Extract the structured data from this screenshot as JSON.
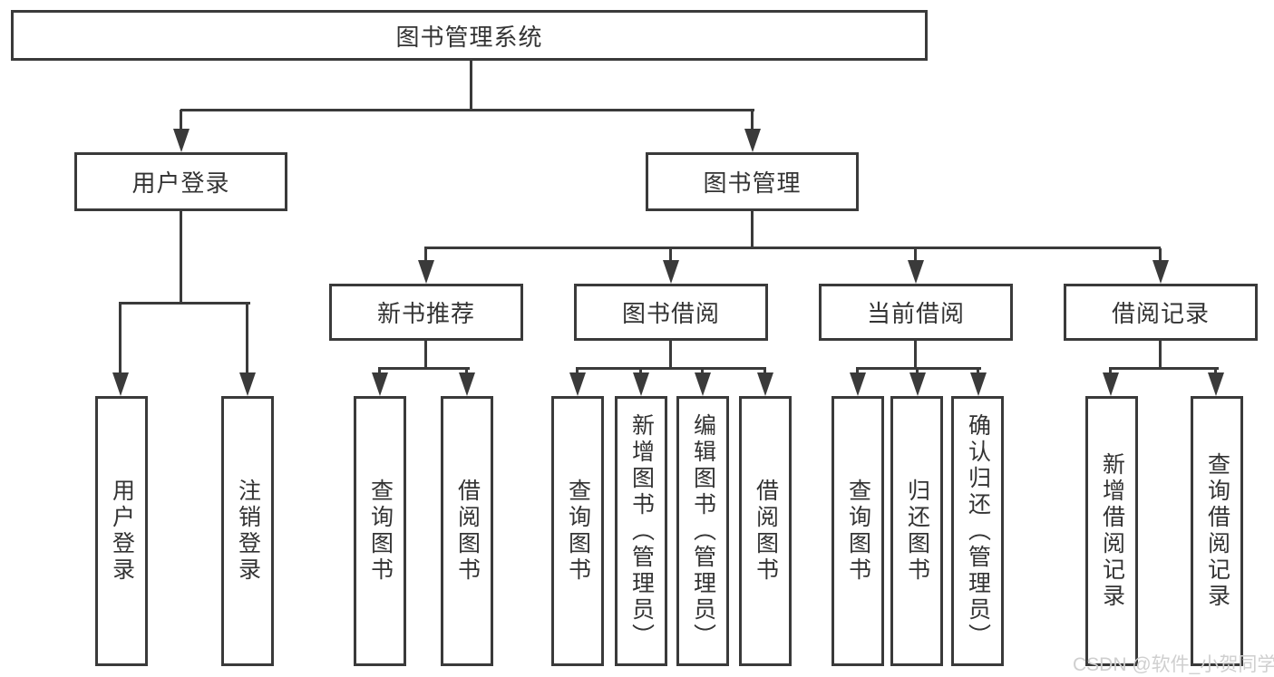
{
  "diagram": {
    "root": {
      "label": "图书管理系统"
    },
    "level2": [
      {
        "label": "用户登录"
      },
      {
        "label": "图书管理"
      }
    ],
    "level3": [
      {
        "label": "新书推荐"
      },
      {
        "label": "图书借阅"
      },
      {
        "label": "当前借阅"
      },
      {
        "label": "借阅记录"
      }
    ],
    "leaves": {
      "user_login": [
        "用户登录",
        "注销登录"
      ],
      "new_book_recommend": [
        "查询图书",
        "借阅图书"
      ],
      "book_borrowing": [
        "查询图书",
        "新增图书（管理员）",
        "编辑图书（管理员）",
        "借阅图书"
      ],
      "current_borrowing": [
        "查询图书",
        "归还图书",
        "确认归还（管理员）"
      ],
      "borrowing_records": [
        "新增借阅记录",
        "查询借阅记录"
      ]
    }
  },
  "watermark": {
    "text": "CSDN @软件_小贺同学",
    "color": "#cfcfcf"
  },
  "colors": {
    "line": "#3a3a3a",
    "text": "#333333",
    "background": "#ffffff"
  }
}
